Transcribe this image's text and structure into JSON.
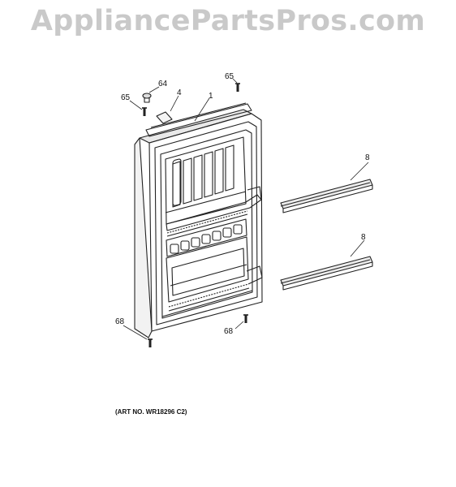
{
  "watermark": "AppliancePartsPros.com",
  "art_number": "(ART NO. WR18296 C2)",
  "parts": [
    {
      "label": "65",
      "part": "screw-left"
    },
    {
      "label": "64",
      "part": "plug"
    },
    {
      "label": "4",
      "part": "label-plate"
    },
    {
      "label": "1",
      "part": "door-assembly"
    },
    {
      "label": "65",
      "part": "screw-right"
    },
    {
      "label": "8",
      "part": "shelf-rail-upper"
    },
    {
      "label": "8",
      "part": "shelf-rail-lower"
    },
    {
      "label": "68",
      "part": "screw-bottom-left"
    },
    {
      "label": "68",
      "part": "screw-bottom-right"
    }
  ]
}
